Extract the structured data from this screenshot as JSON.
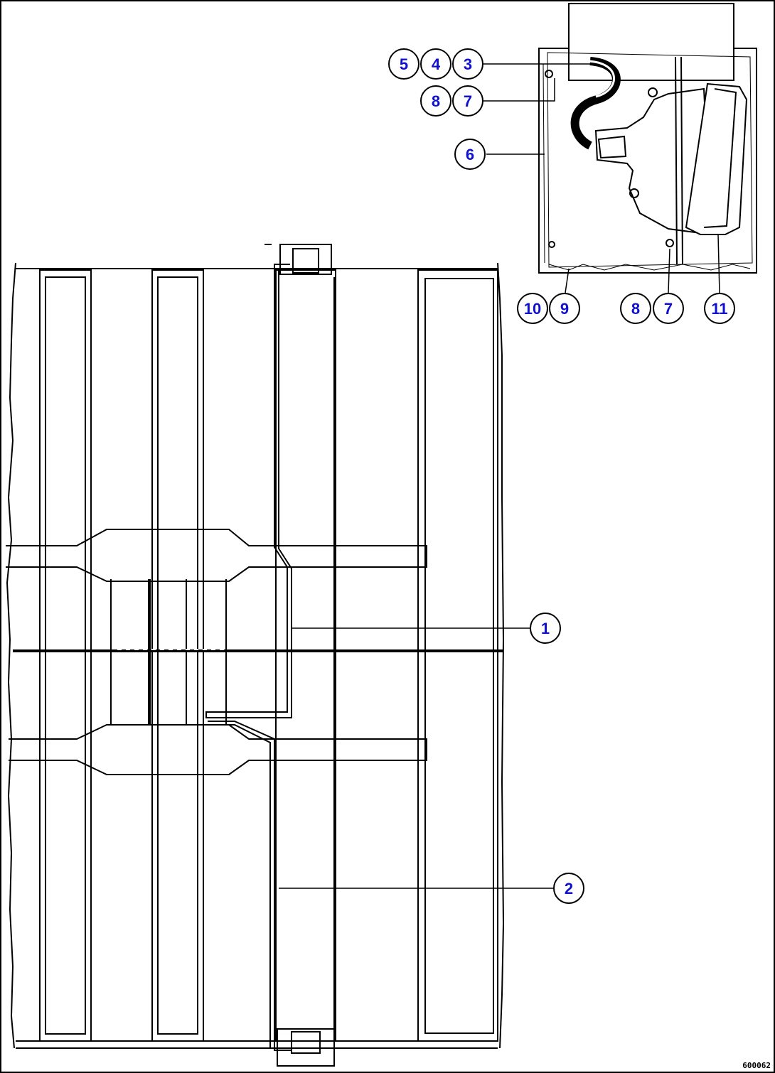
{
  "colors": {
    "line": "#000000",
    "callout_text": "#1010d0",
    "paper": "#ffffff"
  },
  "callouts": [
    {
      "id": "c5",
      "label": "5"
    },
    {
      "id": "c4",
      "label": "4"
    },
    {
      "id": "c3",
      "label": "3"
    },
    {
      "id": "c8a",
      "label": "8"
    },
    {
      "id": "c7a",
      "label": "7"
    },
    {
      "id": "c6",
      "label": "6"
    },
    {
      "id": "c10",
      "label": "10"
    },
    {
      "id": "c9",
      "label": "9"
    },
    {
      "id": "c8b",
      "label": "8"
    },
    {
      "id": "c7b",
      "label": "7"
    },
    {
      "id": "c11",
      "label": "11"
    },
    {
      "id": "c1",
      "label": "1"
    },
    {
      "id": "c2",
      "label": "2"
    }
  ],
  "figure_id": "600062"
}
